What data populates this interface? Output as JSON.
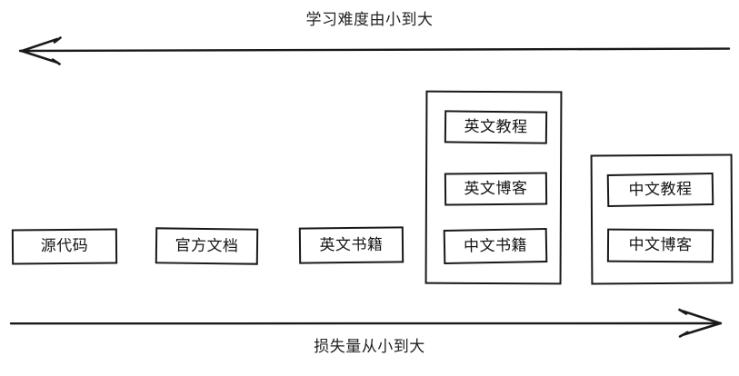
{
  "diagram": {
    "top_axis": {
      "label": "学习难度由小到大",
      "direction": "left",
      "arrow_name": "left-arrow"
    },
    "bottom_axis": {
      "label": "损失量从小到大",
      "direction": "right",
      "arrow_name": "right-arrow"
    },
    "standalone_nodes": [
      {
        "id": "node-source-code",
        "label": "源代码"
      },
      {
        "id": "node-official-docs",
        "label": "官方文档"
      },
      {
        "id": "node-english-books",
        "label": "英文书籍"
      }
    ],
    "groups": [
      {
        "id": "group-english-mid",
        "items": [
          {
            "id": "node-english-tutorial",
            "label": "英文教程"
          },
          {
            "id": "node-english-blog",
            "label": "英文博客"
          },
          {
            "id": "node-chinese-books",
            "label": "中文书籍"
          }
        ]
      },
      {
        "id": "group-chinese-low",
        "items": [
          {
            "id": "node-chinese-tutorial",
            "label": "中文教程"
          },
          {
            "id": "node-chinese-blog",
            "label": "中文博客"
          }
        ]
      }
    ],
    "colors": {
      "stroke": "#191919",
      "background": "#ffffff",
      "text": "#141414"
    }
  }
}
